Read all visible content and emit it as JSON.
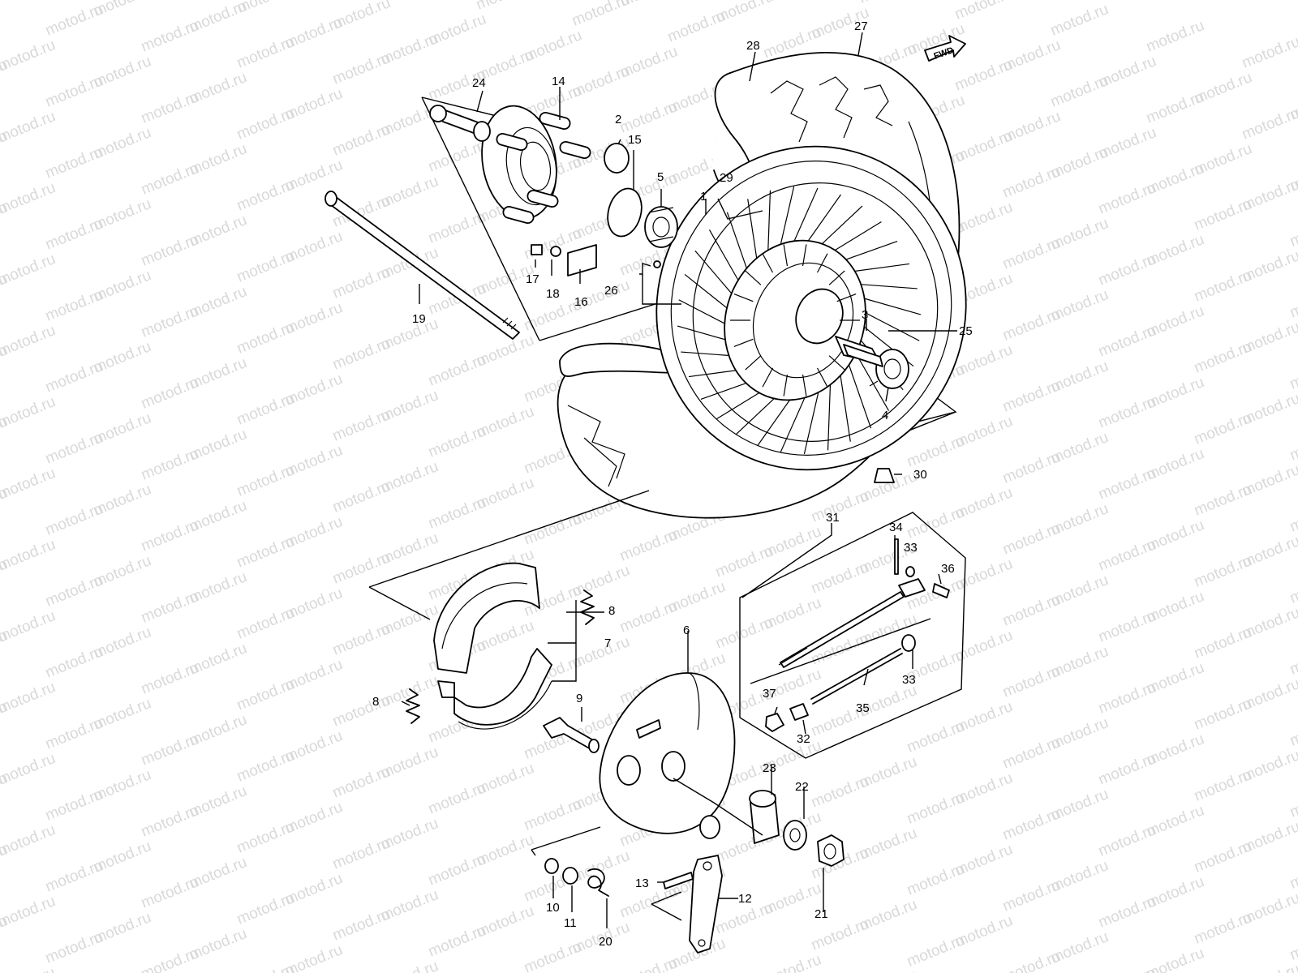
{
  "watermark": {
    "text": "motod.ru"
  },
  "fwd_badge": {
    "text": "FWD"
  },
  "callouts": [
    {
      "id": "c1",
      "number": "1"
    },
    {
      "id": "c2",
      "number": "2"
    },
    {
      "id": "c3",
      "number": "3"
    },
    {
      "id": "c4",
      "number": "4"
    },
    {
      "id": "c5",
      "number": "5"
    },
    {
      "id": "c6",
      "number": "6"
    },
    {
      "id": "c7",
      "number": "7"
    },
    {
      "id": "c8a",
      "number": "8"
    },
    {
      "id": "c8b",
      "number": "8"
    },
    {
      "id": "c9",
      "number": "9"
    },
    {
      "id": "c10",
      "number": "10"
    },
    {
      "id": "c11",
      "number": "11"
    },
    {
      "id": "c12",
      "number": "12"
    },
    {
      "id": "c13",
      "number": "13"
    },
    {
      "id": "c14",
      "number": "14"
    },
    {
      "id": "c15",
      "number": "15"
    },
    {
      "id": "c16",
      "number": "16"
    },
    {
      "id": "c17",
      "number": "17"
    },
    {
      "id": "c18",
      "number": "18"
    },
    {
      "id": "c19",
      "number": "19"
    },
    {
      "id": "c20",
      "number": "20"
    },
    {
      "id": "c21",
      "number": "21"
    },
    {
      "id": "c22",
      "number": "22"
    },
    {
      "id": "c23",
      "number": "23"
    },
    {
      "id": "c24",
      "number": "24"
    },
    {
      "id": "c25",
      "number": "25"
    },
    {
      "id": "c26",
      "number": "26"
    },
    {
      "id": "c27",
      "number": "27"
    },
    {
      "id": "c28",
      "number": "28"
    },
    {
      "id": "c29",
      "number": "29"
    },
    {
      "id": "c30",
      "number": "30"
    },
    {
      "id": "c31",
      "number": "31"
    },
    {
      "id": "c32",
      "number": "32"
    },
    {
      "id": "c33a",
      "number": "33"
    },
    {
      "id": "c33b",
      "number": "33"
    },
    {
      "id": "c34",
      "number": "34"
    },
    {
      "id": "c35",
      "number": "35"
    },
    {
      "id": "c36",
      "number": "36"
    },
    {
      "id": "c37",
      "number": "37"
    }
  ]
}
